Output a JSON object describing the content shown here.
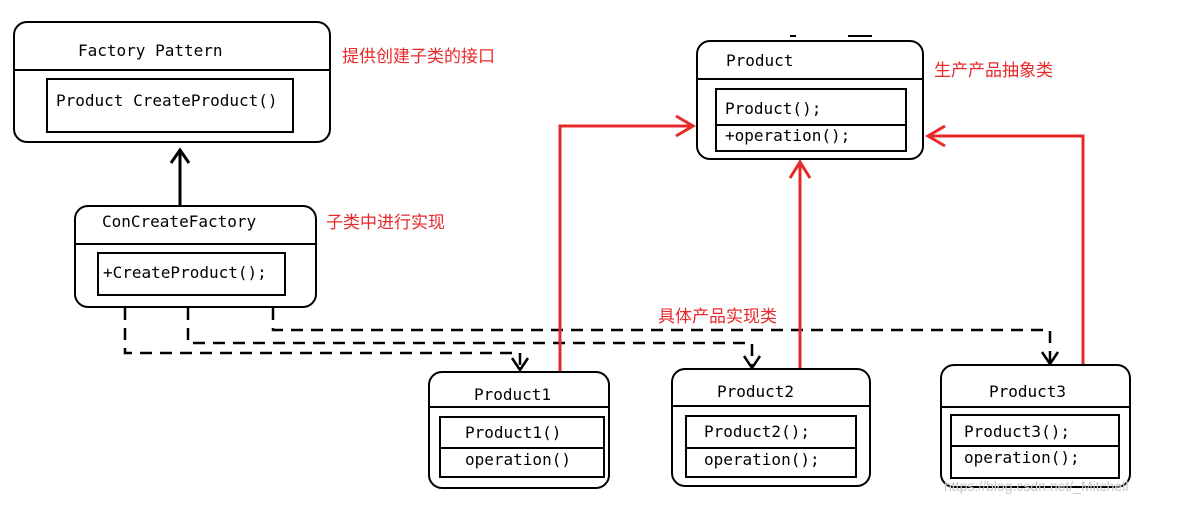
{
  "factory": {
    "title": "Factory Pattern",
    "method": "Product CreateProduct()",
    "note": "提供创建子类的接口"
  },
  "concrete_factory": {
    "title": "ConCreateFactory",
    "method": "+CreateProduct();",
    "note": "子类中进行实现"
  },
  "product": {
    "title": "Product",
    "methods": [
      "Product();",
      "+operation();"
    ],
    "note": "生产产品抽象类"
  },
  "concrete_products": {
    "note": "具体产品实现类",
    "items": [
      {
        "title": "Product1",
        "methods": [
          "Product1()",
          "operation()"
        ]
      },
      {
        "title": "Product2",
        "methods": [
          "Product2();",
          "operation();"
        ]
      },
      {
        "title": "Product3",
        "methods": [
          "Product3();",
          "operation();"
        ]
      }
    ]
  },
  "colors": {
    "line": "#000000",
    "accent": "#e8292b",
    "background": "#ffffff"
  },
  "watermark": "https://blog.csdn.net/_Mitchell"
}
